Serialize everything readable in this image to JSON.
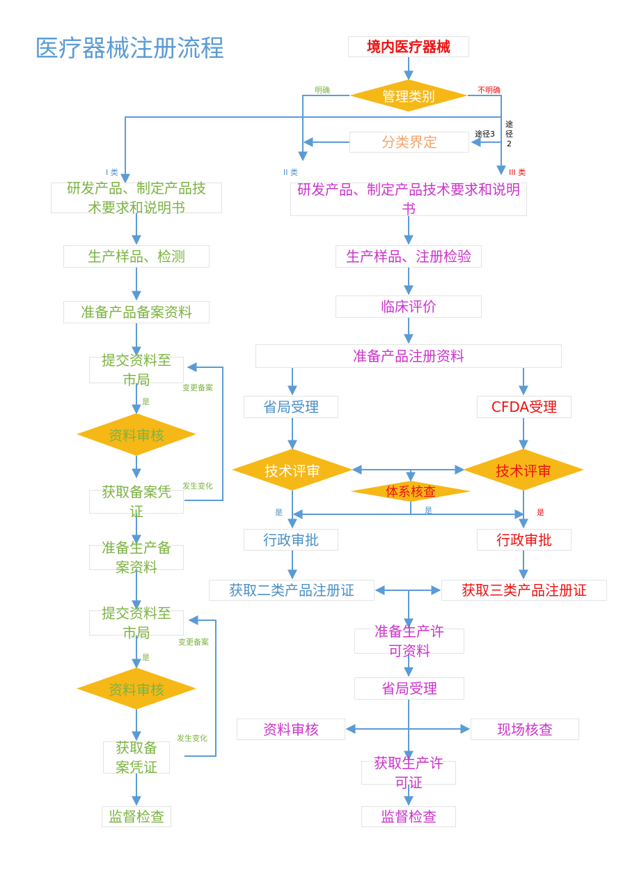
{
  "title": "医疗器械注册流程",
  "colors": {
    "line": "#5b9bd5",
    "diamond": "#f6b817",
    "green": "#7cb342",
    "magenta": "#cc33cc",
    "blue": "#4a8fc8",
    "red": "#ee1111",
    "orange": "#f4a46a"
  },
  "top": {
    "start": "境内医疗器械",
    "category": "管理类别",
    "clear": "明确",
    "unclear": "不明确",
    "classify": "分类界定",
    "path3": "途径3",
    "path2": "途\n径\n2",
    "class1": "I 类",
    "class2": "II 类",
    "class3": "III 类"
  },
  "left": {
    "develop": "研发产品、制定产品技术要求和说明书",
    "sample": "生产样品、检测",
    "prepare": "准备产品备案资料",
    "submit1": "提交资料至市局",
    "yes1": "是",
    "review1": "资料审核",
    "change1": "变更备案",
    "occur1": "发生变化",
    "obtain1": "获取备案凭证",
    "prepare_prod": "准备生产备案资料",
    "submit2": "提交资料至市局",
    "yes2": "是",
    "review2": "资料审核",
    "change2": "变更备案",
    "occur2": "发生变化",
    "obtain2": "获取备案凭证",
    "supervise": "监督检查"
  },
  "right": {
    "develop": "研发产品、制定产品技术要求和说明书",
    "sample": "生产样品、注册检验",
    "clinical": "临床评价",
    "prepare": "准备产品注册资料",
    "provincial": "省局受理",
    "cfda": "CFDA受理",
    "tech_review_a": "技术评审",
    "tech_review_b": "技术评审",
    "system_check": "体系核查",
    "yes_a": "是",
    "yes_b": "是",
    "yes_c": "是",
    "admin_a": "行政审批",
    "admin_b": "行政审批",
    "cert2": "获取二类产品注册证",
    "cert3": "获取三类产品注册证",
    "prepare_license": "准备生产许可资料",
    "provincial2": "省局受理",
    "doc_review": "资料审核",
    "site_check": "现场核查",
    "obtain_license": "获取生产许可证",
    "supervise": "监督检查"
  }
}
